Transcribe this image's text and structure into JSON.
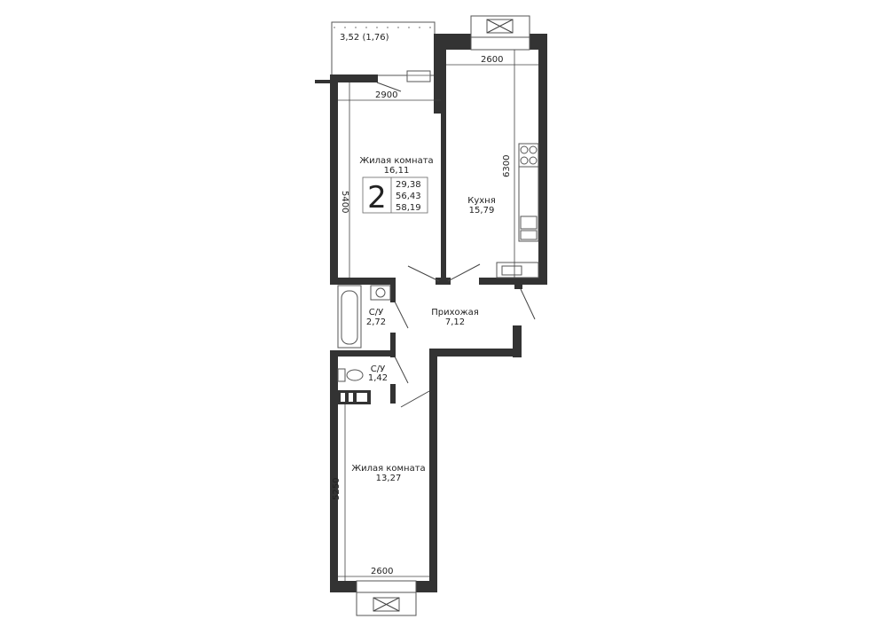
{
  "plan": {
    "rooms_count": "2",
    "areas": {
      "living": "29,38",
      "total": "56,43",
      "total_with_balcony": "58,19"
    },
    "balcony": {
      "label": "3,52 (1,76)"
    },
    "rooms": [
      {
        "name": "Жилая комната",
        "area": "16,11"
      },
      {
        "name": "Кухня",
        "area": "15,79"
      },
      {
        "name": "Прихожая",
        "area": "7,12"
      },
      {
        "name": "С/У",
        "area": "2,72"
      },
      {
        "name": "С/У",
        "area": "1,42"
      },
      {
        "name": "Жилая комната",
        "area": "13,27"
      }
    ],
    "dimensions": {
      "living1_width": "2900",
      "living1_length": "5400",
      "kitchen_width": "2600",
      "kitchen_length": "6300",
      "living2_width": "2600",
      "living2_length": "5250"
    },
    "wall_color": "#333333"
  }
}
